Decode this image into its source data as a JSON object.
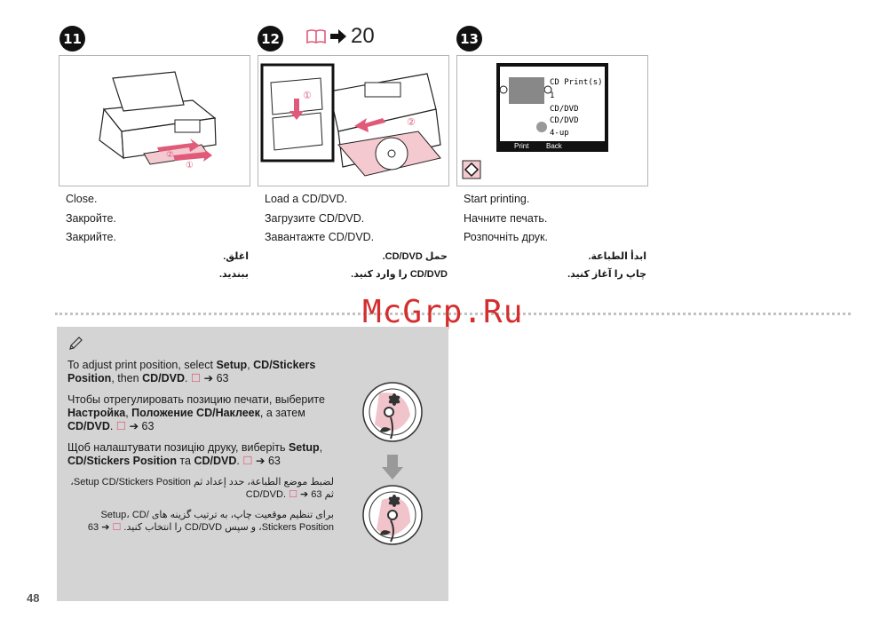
{
  "steps": [
    {
      "number": "11",
      "captions": [
        "Close.",
        "Закройте.",
        "Закрийте."
      ],
      "captions_rtl": [
        "اغلق.",
        "ببندید."
      ]
    },
    {
      "number": "12",
      "ref_page": "20",
      "captions": [
        "Load a CD/DVD.",
        "Загрузите CD/DVD.",
        "Завантажте CD/DVD."
      ],
      "captions_rtl": [
        "حمل CD/DVD.",
        "CD/DVD را وارد کنید."
      ]
    },
    {
      "number": "13",
      "captions": [
        "Start printing.",
        "Начните печать.",
        "Розпочніть друк."
      ],
      "captions_rtl": [
        "ابدأ الطباعة.",
        "چاپ را آغاز کنید."
      ]
    }
  ],
  "callouts": {
    "one": "①",
    "two": "②"
  },
  "lcd": {
    "line1": "CD Print(s)",
    "line2": "1",
    "line3": "CD/DVD",
    "line4": "CD/DVD",
    "line5": "4-up",
    "print_label": "Print",
    "back_label": "Back"
  },
  "watermark": "McGrp.Ru",
  "note": {
    "en": {
      "pre": "To adjust print position, select ",
      "b1": "Setup",
      "sep1": ", ",
      "b2": "CD/Stickers Position",
      "sep2": ", then ",
      "b3": "CD/DVD",
      "end": ".",
      "ref": "63"
    },
    "ru": {
      "pre": "Чтобы отрегулировать позицию печати, выберите ",
      "b1": "Настройка",
      "sep1": ", ",
      "b2": "Положение CD/Наклеек",
      "sep2": ", а затем ",
      "b3": "CD/DVD",
      "end": ".",
      "ref": "63"
    },
    "uk": {
      "pre": "Щоб налаштувати позицію друку, виберіть ",
      "b1": "Setup",
      "sep1": ", ",
      "b2": "CD/Stickers Position",
      "sep2": " та ",
      "b3": "CD/DVD",
      "end": ".",
      "ref": "63"
    },
    "ar": {
      "text": "لضبط موضع الطباعة، حدد إعداد ثم Setup CD/Stickers Position، ثم CD/DVD.",
      "ref": "63"
    },
    "fa": {
      "text": "برای تنظیم موقعیت چاپ، به ترتیب گزینه های Setup، CD/ Stickers Position، و سپس CD/DVD را انتخاب کنید.",
      "ref": "63"
    }
  },
  "page_number": "48",
  "colors": {
    "accent_pink": "#e05a7a",
    "note_bg": "#d4d4d4",
    "watermark": "#d42e2e"
  }
}
